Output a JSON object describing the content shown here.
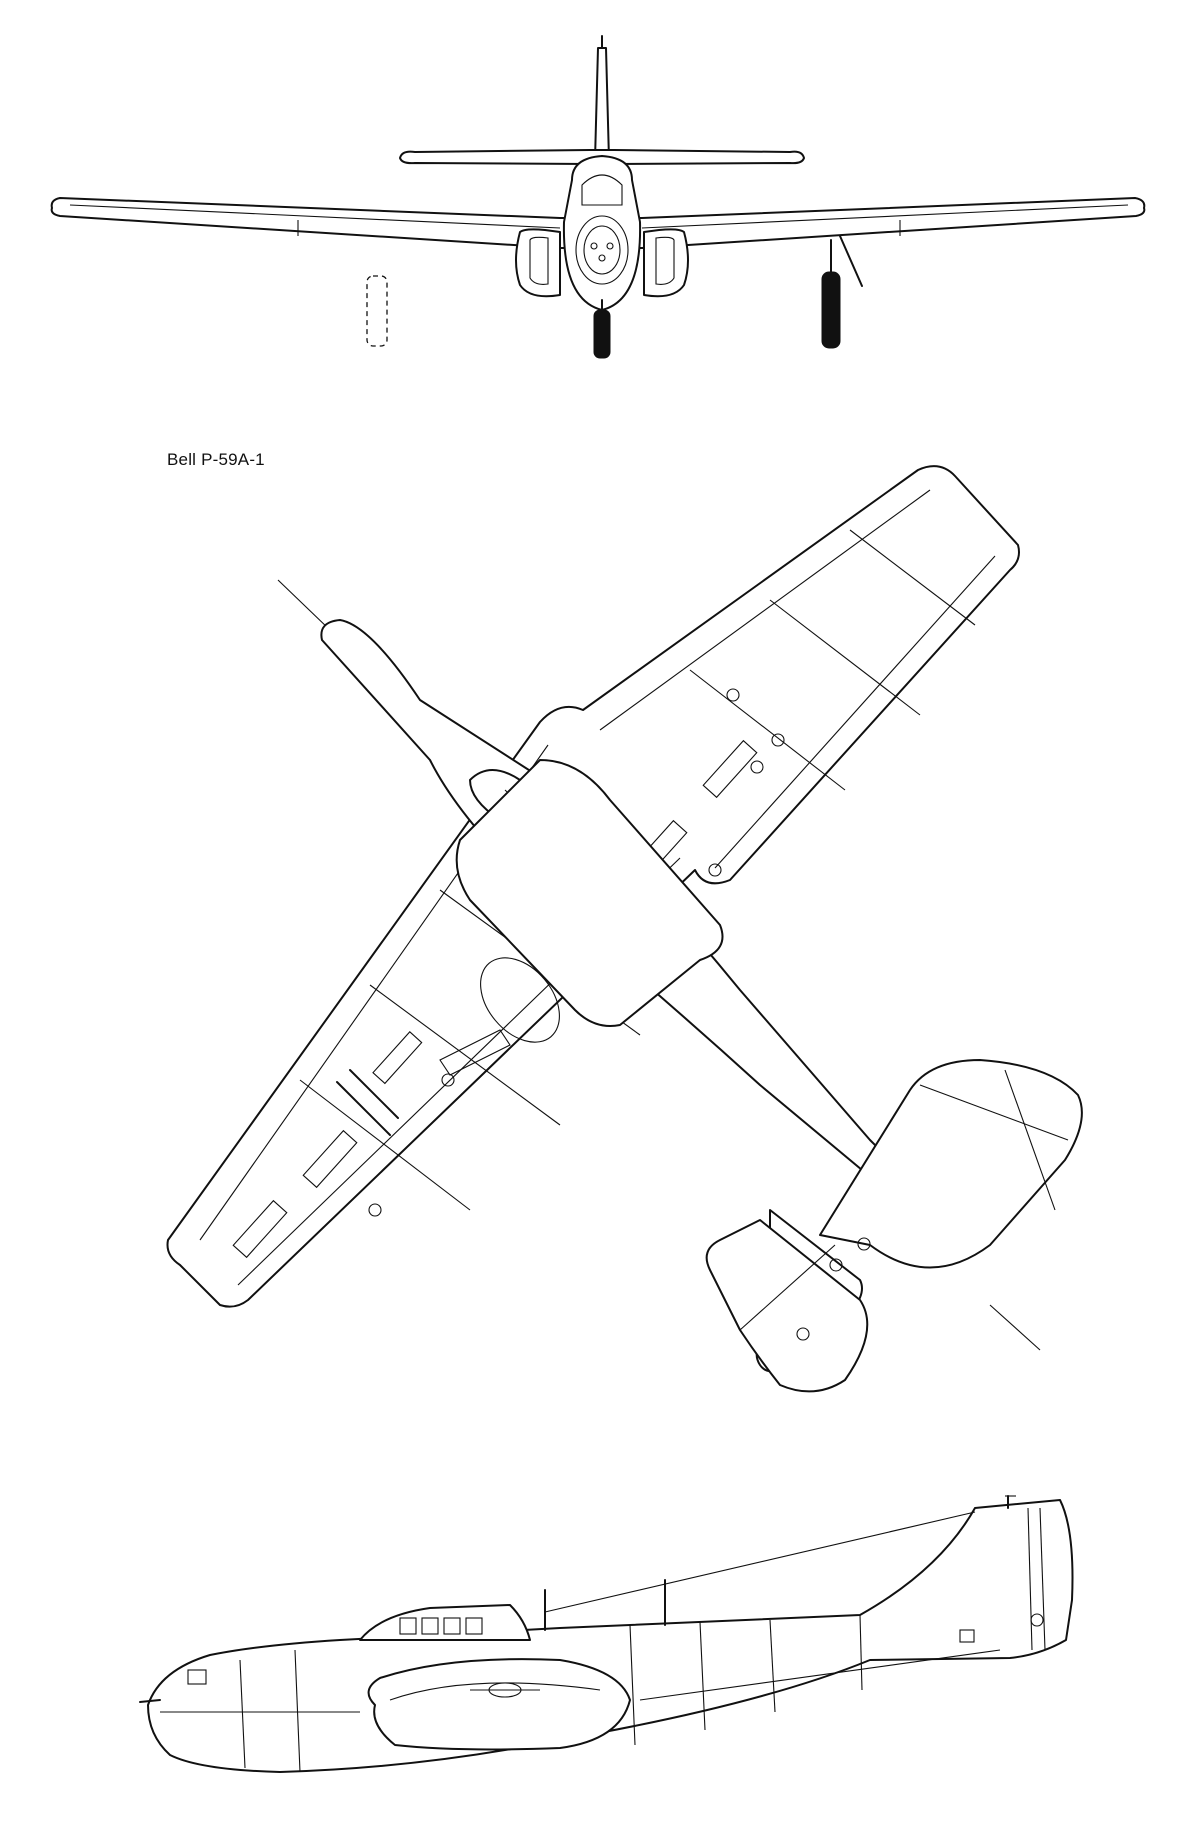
{
  "caption": "Bell P-59A-1",
  "views": [
    "front",
    "top",
    "side"
  ]
}
